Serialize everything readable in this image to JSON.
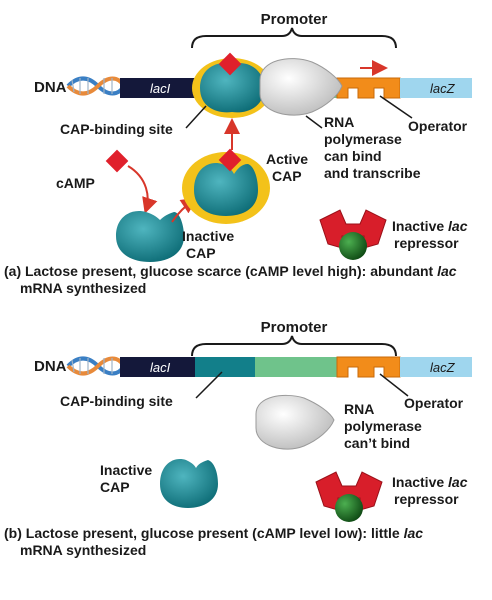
{
  "panel_a": {
    "promoter": "Promoter",
    "dna": "DNA",
    "lacI": "lacI",
    "lacZ": "lacZ",
    "cap_binding_site": "CAP-binding site",
    "rna_pol_line1": "RNA",
    "rna_pol_line2": "polymerase",
    "rna_pol_line3": "can bind",
    "rna_pol_line4": "and transcribe",
    "operator": "Operator",
    "camp": "cAMP",
    "active_cap_line1": "Active",
    "active_cap_line2": "CAP",
    "inactive_cap_line1": "Inactive",
    "inactive_cap_line2": "CAP",
    "repressor_line1_pre": "Inactive ",
    "repressor_line1_italic": "lac",
    "repressor_line2": "repressor",
    "caption_line1_pre": "(a) Lactose present, glucose scarce (cAMP level high): abundant ",
    "caption_line1_italic": "lac",
    "caption_line2": "mRNA synthesized"
  },
  "panel_b": {
    "promoter": "Promoter",
    "dna": "DNA",
    "lacI": "lacI",
    "lacZ": "lacZ",
    "cap_binding_site": "CAP-binding site",
    "rna_pol_line1": "RNA",
    "rna_pol_line2": "polymerase",
    "rna_pol_line3": "can’t bind",
    "operator": "Operator",
    "inactive_cap_line1": "Inactive",
    "inactive_cap_line2": "CAP",
    "repressor_line1_pre": "Inactive ",
    "repressor_line1_italic": "lac",
    "repressor_line2": "repressor",
    "caption_line1_pre": "(b) Lactose present, glucose present (cAMP level low): little ",
    "caption_line1_italic": "lac",
    "caption_line2": "mRNA synthesized"
  },
  "colors": {
    "laci": "#14183a",
    "cap": "#127f8a",
    "cap_halo": "#f3c21a",
    "camp": "#e0202c",
    "operator": "#f28c1a",
    "lacz": "#9fd6ee",
    "rna_pol": "#d8d8d8",
    "repressor": "#d81e2a",
    "repressor_ball": "#1f6b28",
    "promoter_green": "#6fc38b",
    "arrow": "#d8362a"
  }
}
